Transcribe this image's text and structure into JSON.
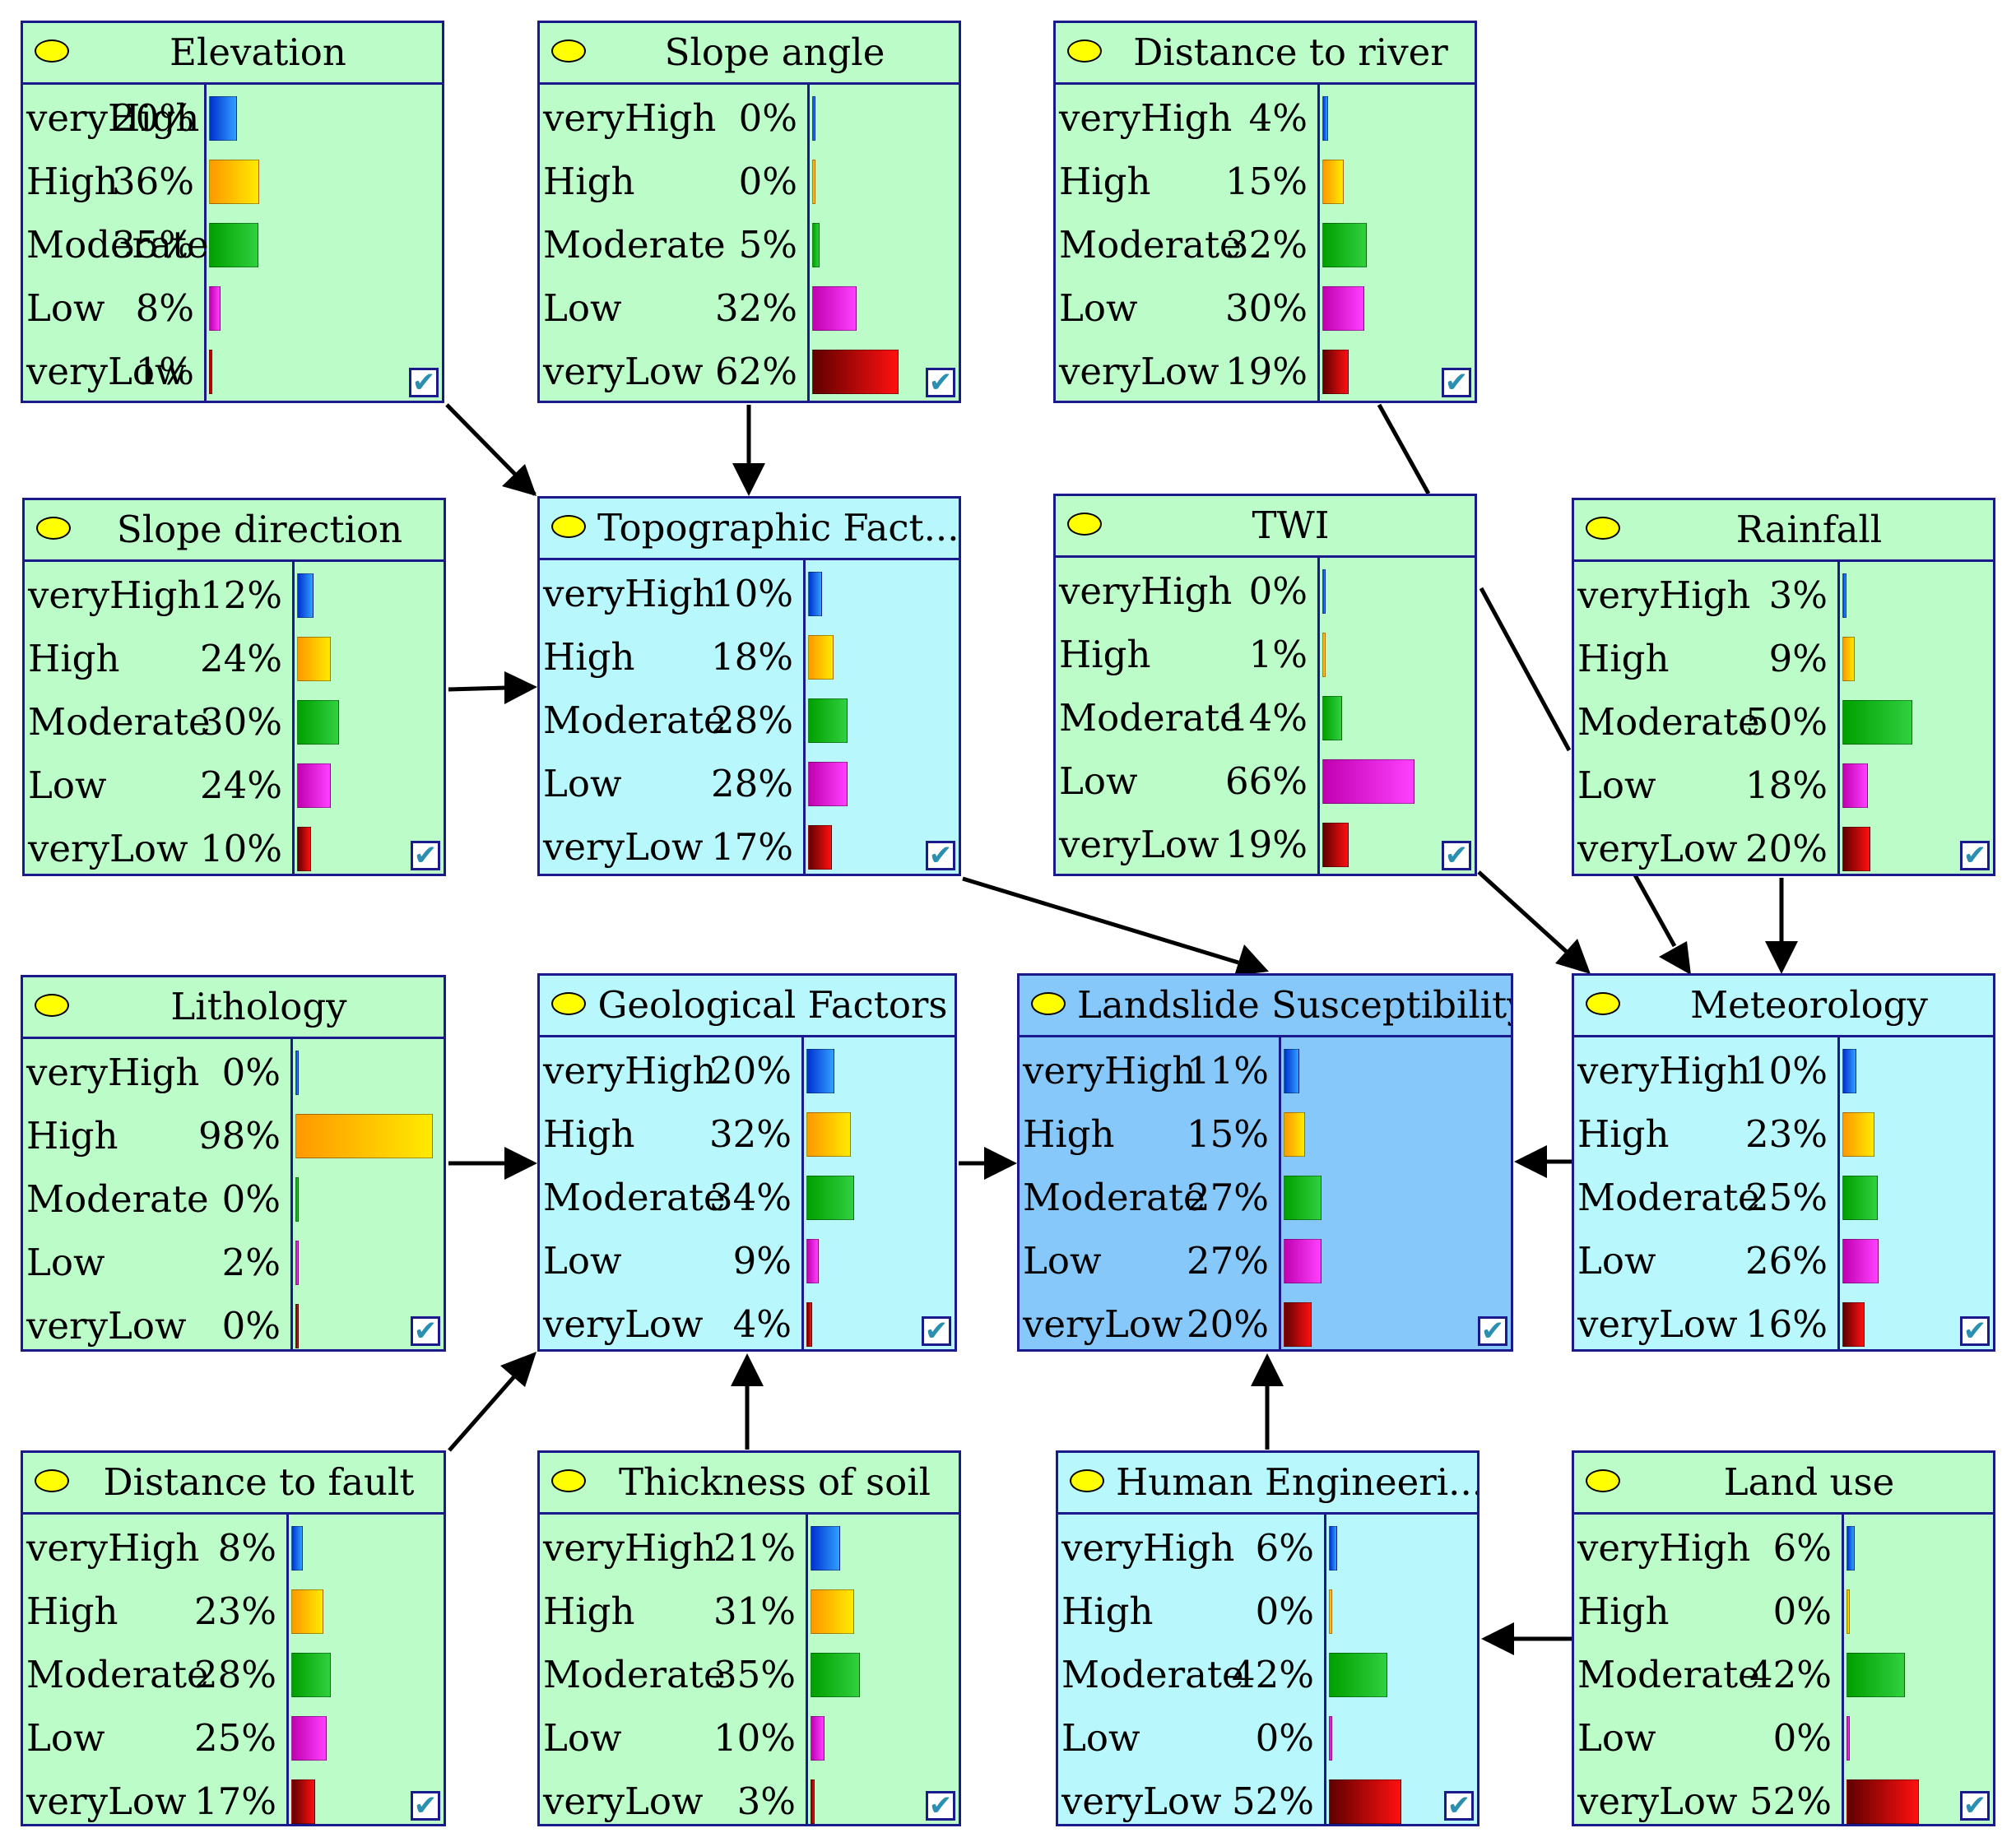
{
  "states": [
    "veryHigh",
    "High",
    "Moderate",
    "Low",
    "veryLow"
  ],
  "colors": {
    "veryHigh": "#1f6fff",
    "High": "#ffb000",
    "Moderate": "#10b020",
    "Low": "#e020e0",
    "veryLow": "#b00000",
    "input_node": "#bcfcc8",
    "intermediate_node": "#b8f8fc",
    "target_node": "#86c8fa",
    "node_border": "#1a1a8c",
    "marker": "#ffff00"
  },
  "icons": {
    "marker": "yellow-oval-icon",
    "checkbox": "checkmark-icon"
  },
  "nodes": {
    "elevation": {
      "title": "Elevation",
      "percent_labels": [
        "20%",
        "36%",
        "35%",
        "8%",
        "1%"
      ],
      "values": [
        20,
        36,
        35,
        8,
        1
      ]
    },
    "slope_angle": {
      "title": "Slope angle",
      "percent_labels": [
        "0%",
        "0%",
        "5%",
        "32%",
        "62%"
      ],
      "values": [
        0,
        0,
        5,
        32,
        62
      ]
    },
    "distance_to_river": {
      "title": "Distance to river",
      "percent_labels": [
        "4%",
        "15%",
        "32%",
        "30%",
        "19%"
      ],
      "values": [
        4,
        15,
        32,
        30,
        19
      ]
    },
    "slope_direction": {
      "title": "Slope direction",
      "percent_labels": [
        "12%",
        "24%",
        "30%",
        "24%",
        "10%"
      ],
      "values": [
        12,
        24,
        30,
        24,
        10
      ]
    },
    "topographic_factors": {
      "title": "Topographic Fact...",
      "percent_labels": [
        "10%",
        "18%",
        "28%",
        "28%",
        "17%"
      ],
      "values": [
        10,
        18,
        28,
        28,
        17
      ]
    },
    "twi": {
      "title": "TWI",
      "percent_labels": [
        "0%",
        "1%",
        "14%",
        "66%",
        "19%"
      ],
      "values": [
        0,
        1,
        14,
        66,
        19
      ]
    },
    "rainfall": {
      "title": "Rainfall",
      "percent_labels": [
        "3%",
        "9%",
        "50%",
        "18%",
        "20%"
      ],
      "values": [
        3,
        9,
        50,
        18,
        20
      ]
    },
    "lithology": {
      "title": "Lithology",
      "percent_labels": [
        "0%",
        "98%",
        "0%",
        "2%",
        "0%"
      ],
      "values": [
        0,
        98,
        0,
        2,
        0
      ]
    },
    "geological_factors": {
      "title": "Geological Factors",
      "percent_labels": [
        "20%",
        "32%",
        "34%",
        "9%",
        "4%"
      ],
      "values": [
        20,
        32,
        34,
        9,
        4
      ]
    },
    "landslide_susceptibility": {
      "title": "Landslide Susceptibility",
      "percent_labels": [
        "11%",
        "15%",
        "27%",
        "27%",
        "20%"
      ],
      "values": [
        11,
        15,
        27,
        27,
        20
      ]
    },
    "meteorology": {
      "title": "Meteorology",
      "percent_labels": [
        "10%",
        "23%",
        "25%",
        "26%",
        "16%"
      ],
      "values": [
        10,
        23,
        25,
        26,
        16
      ]
    },
    "distance_to_fault": {
      "title": "Distance to fault",
      "percent_labels": [
        "8%",
        "23%",
        "28%",
        "25%",
        "17%"
      ],
      "values": [
        8,
        23,
        28,
        25,
        17
      ]
    },
    "thickness_of_soil": {
      "title": "Thickness of soil",
      "percent_labels": [
        "21%",
        "31%",
        "35%",
        "10%",
        "3%"
      ],
      "values": [
        21,
        31,
        35,
        10,
        3
      ]
    },
    "human_engineering": {
      "title": "Human Engineeri...",
      "percent_labels": [
        "6%",
        "0%",
        "42%",
        "0%",
        "52%"
      ],
      "values": [
        6,
        0,
        42,
        0,
        52
      ]
    },
    "land_use": {
      "title": "Land use",
      "percent_labels": [
        "6%",
        "0%",
        "42%",
        "0%",
        "52%"
      ],
      "values": [
        6,
        0,
        42,
        0,
        52
      ]
    }
  },
  "edges": [
    [
      "elevation",
      "topographic_factors"
    ],
    [
      "slope_angle",
      "topographic_factors"
    ],
    [
      "slope_direction",
      "topographic_factors"
    ],
    [
      "topographic_factors",
      "landslide_susceptibility"
    ],
    [
      "distance_to_river",
      "meteorology"
    ],
    [
      "twi",
      "meteorology"
    ],
    [
      "rainfall",
      "meteorology"
    ],
    [
      "meteorology",
      "landslide_susceptibility"
    ],
    [
      "lithology",
      "geological_factors"
    ],
    [
      "distance_to_fault",
      "geological_factors"
    ],
    [
      "thickness_of_soil",
      "geological_factors"
    ],
    [
      "geological_factors",
      "landslide_susceptibility"
    ],
    [
      "land_use",
      "human_engineering"
    ],
    [
      "human_engineering",
      "landslide_susceptibility"
    ]
  ]
}
